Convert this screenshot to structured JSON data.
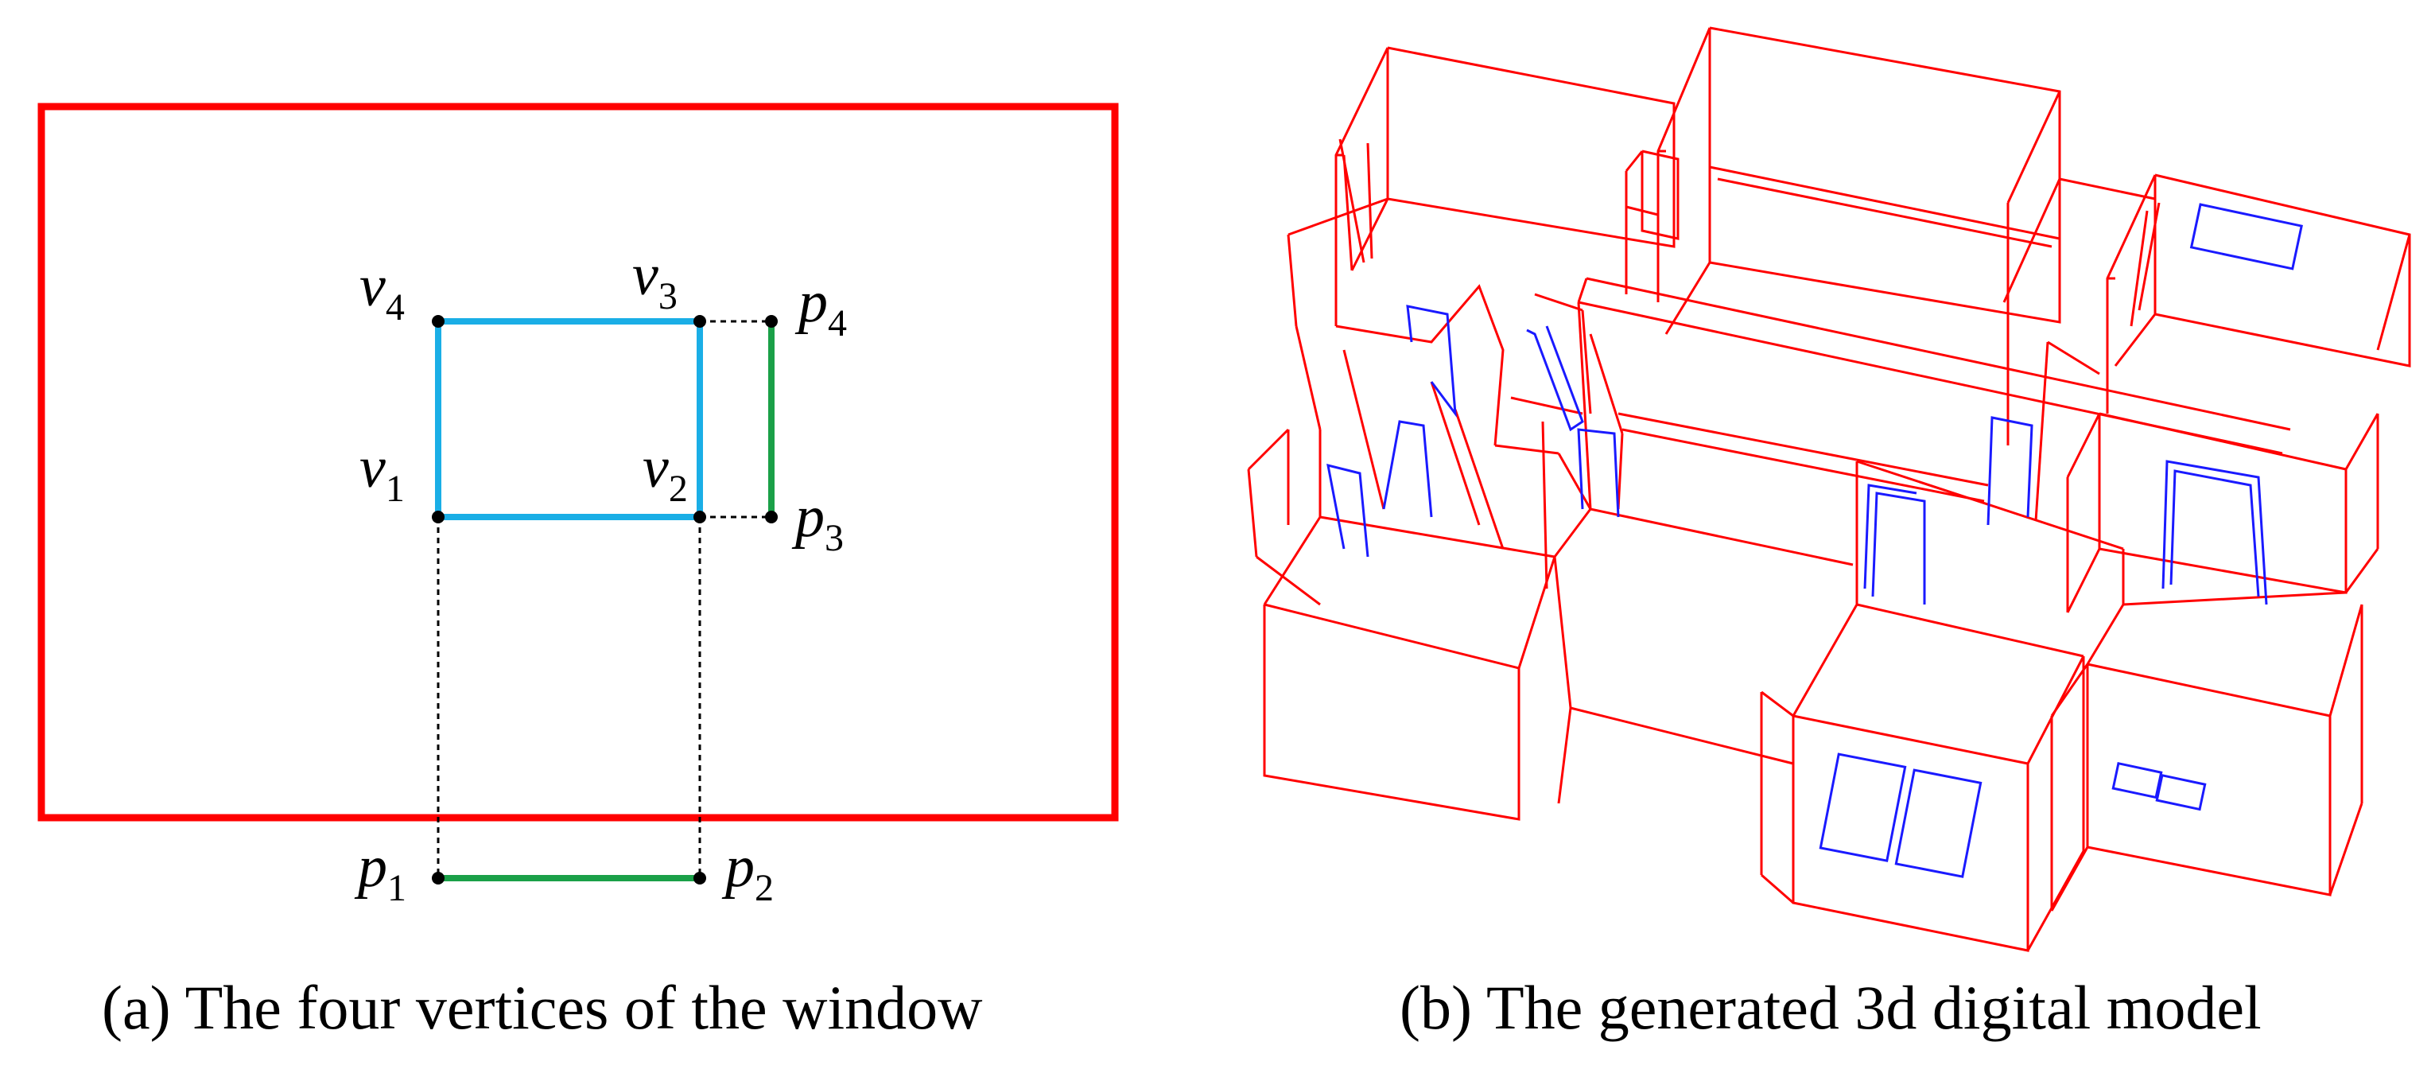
{
  "panel_a": {
    "caption": "(a) The four vertices of the window",
    "vertices": {
      "v4": {
        "letter": "v",
        "sub": "4"
      },
      "v3": {
        "letter": "v",
        "sub": "3"
      },
      "v1": {
        "letter": "v",
        "sub": "1"
      },
      "v2": {
        "letter": "v",
        "sub": "2"
      },
      "p4": {
        "letter": "p",
        "sub": "4"
      },
      "p3": {
        "letter": "p",
        "sub": "3"
      },
      "p1": {
        "letter": "p",
        "sub": "1"
      },
      "p2": {
        "letter": "p",
        "sub": "2"
      }
    },
    "colors": {
      "wall": "#ff0000",
      "window": "#1aaee6",
      "projection": "#1aa048",
      "guide": "#000000"
    }
  },
  "panel_b": {
    "caption": "(b) The generated 3d digital model",
    "colors": {
      "wall": "#ff0000",
      "opening": "#1a1aff"
    }
  }
}
